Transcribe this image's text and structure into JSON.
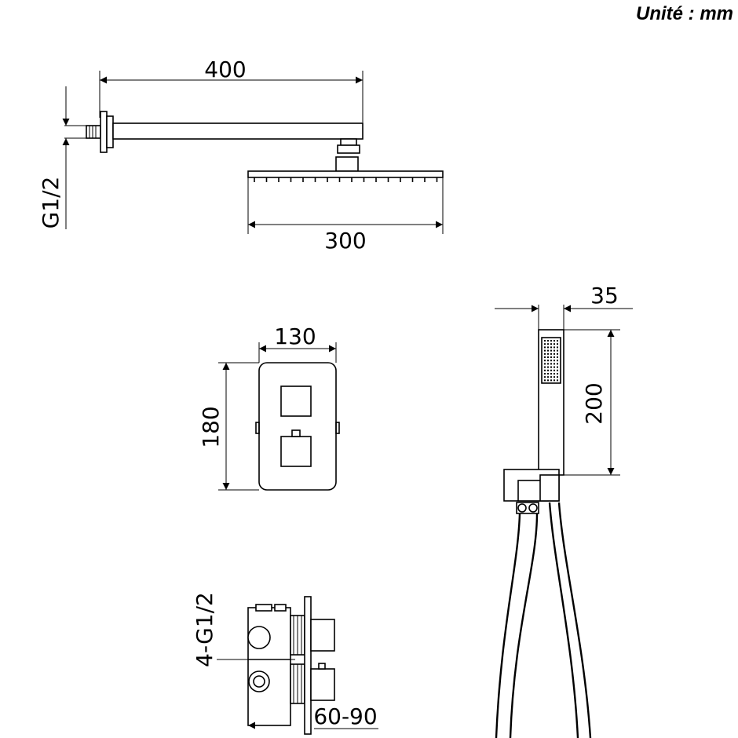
{
  "unit_label": "Unité : mm",
  "arm": {
    "length_label": "400",
    "thread_label": "G1/2"
  },
  "shower_head": {
    "width_label": "300"
  },
  "valve_plate": {
    "width_label": "130",
    "height_label": "180"
  },
  "hand_shower": {
    "width_label": "35",
    "length_label": "200"
  },
  "valve_body": {
    "inlets_label": "4-G1/2",
    "depth_label": "60-90"
  }
}
